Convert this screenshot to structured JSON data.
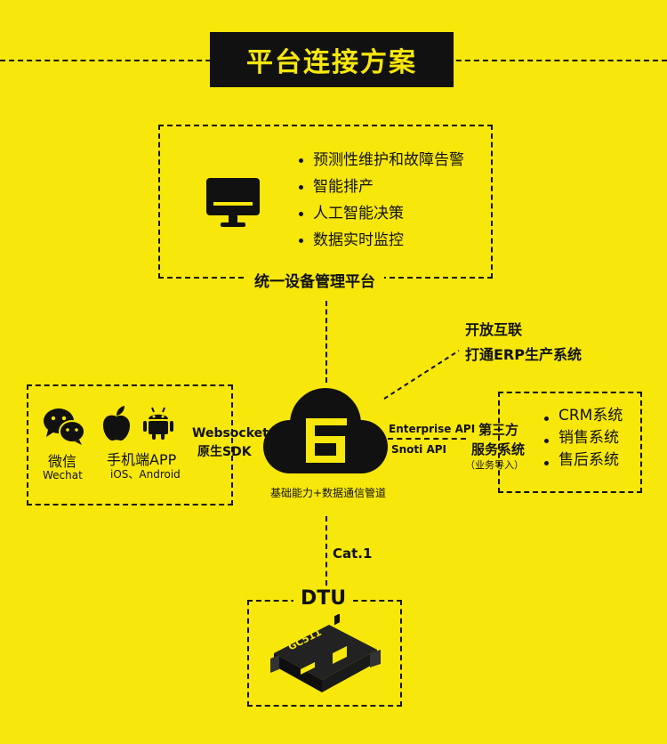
{
  "header": {
    "title": "平台连接方案"
  },
  "platform": {
    "label": "统一设备管理平台",
    "features": [
      "预测性维护和故障告警",
      "智能排产",
      "人工智能决策",
      "数据实时监控"
    ]
  },
  "erp": {
    "line1": "开放互联",
    "line2": "打通ERP生产系统"
  },
  "clients": {
    "wechat_label": "微信",
    "wechat_sub": "Wechat",
    "app_label": "手机端APP",
    "app_sub": "iOS、Android"
  },
  "sdk": {
    "line1": "Websocket",
    "line2": "原生SDK"
  },
  "api": {
    "enterprise": "Enterprise API",
    "snoti": "Snoti API"
  },
  "third_party": {
    "line1": "第三方",
    "line2": "服务系统",
    "line3": "（业务导入）",
    "systems": [
      "CRM系统",
      "销售系统",
      "售后系统"
    ]
  },
  "cloud": {
    "caption": "基础能力+数据通信管道"
  },
  "link": {
    "label": "Cat.1"
  },
  "dtu": {
    "label": "DTU",
    "device_text": "GC511"
  },
  "colors": {
    "background": "#f7e70b",
    "dark": "#111111"
  }
}
